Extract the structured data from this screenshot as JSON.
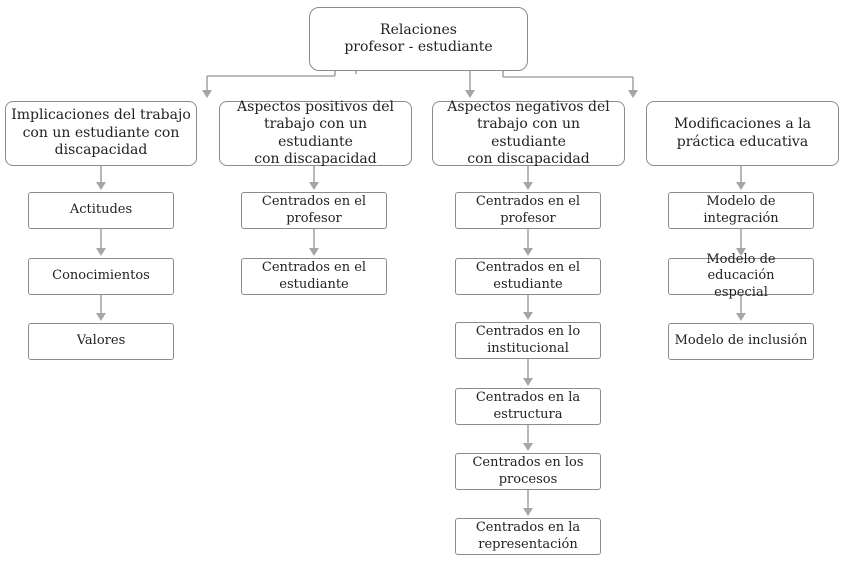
{
  "root": {
    "text": "Relaciones profesor - estudiante",
    "line1": "Relaciones",
    "line2": "profesor - estudiante"
  },
  "columns": [
    {
      "heading": [
        "Implicaciones del trabajo",
        "con un estudiante con",
        "discapacidad"
      ],
      "items": [
        [
          "Actitudes"
        ],
        [
          "Conocimientos"
        ],
        [
          "Valores"
        ]
      ]
    },
    {
      "heading": [
        "Aspectos positivos del",
        "trabajo con un estudiante",
        "con discapacidad"
      ],
      "items": [
        [
          "Centrados en el",
          "profesor"
        ],
        [
          "Centrados en el",
          "estudiante"
        ]
      ]
    },
    {
      "heading": [
        "Aspectos negativos del",
        "trabajo con un estudiante",
        "con discapacidad"
      ],
      "items": [
        [
          "Centrados en el",
          "profesor"
        ],
        [
          "Centrados en el",
          "estudiante"
        ],
        [
          "Centrados en lo",
          "institucional"
        ],
        [
          "Centrados en la",
          "estructura"
        ],
        [
          "Centrados en los",
          "procesos"
        ],
        [
          "Centrados en la",
          "representación"
        ]
      ]
    },
    {
      "heading": [
        "Modificaciones a la",
        "práctica educativa"
      ],
      "items": [
        [
          "Modelo de",
          "integración"
        ],
        [
          "Modelo de educación",
          "especial"
        ],
        [
          "Modelo de inclusión"
        ]
      ]
    }
  ],
  "colors": {
    "line": "#a6a6a6",
    "border": "#8c8c8c",
    "text": "#222222"
  }
}
